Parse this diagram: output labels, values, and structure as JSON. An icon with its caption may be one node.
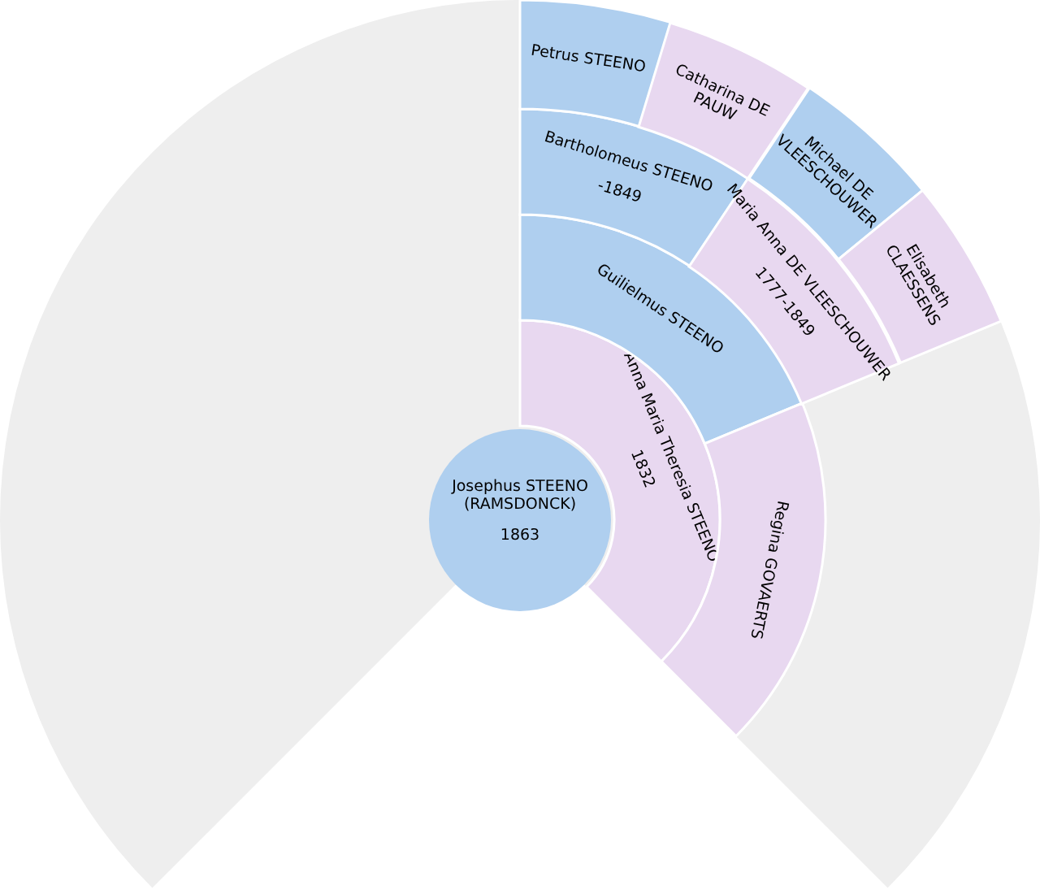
{
  "diagram": {
    "nodes": [
      {
        "text": [
          "Josephus STEENO (RAMSDONCK)",
          "1863"
        ]
      },
      {
        "text": [
          "Anna Maria Theresia STEENO",
          "1832"
        ]
      },
      {
        "text": [
          "Guilielmus STEENO"
        ]
      },
      {
        "text": [
          "Regina GOVAERTS"
        ]
      },
      {
        "text": [
          "Bartholomeus STEENO",
          "-1849"
        ]
      },
      {
        "text": [
          "Maria Anna DE VLEESCHOUWER",
          "1777-1849"
        ]
      },
      {
        "text": [
          "Petrus STEENO"
        ]
      },
      {
        "text": [
          "Catharina DE PAUW"
        ]
      },
      {
        "text": [
          "Michael DE VLEESCHOUWER"
        ]
      },
      {
        "text": [
          "Elisabeth CLAESSENS"
        ]
      }
    ],
    "edges": []
  }
}
